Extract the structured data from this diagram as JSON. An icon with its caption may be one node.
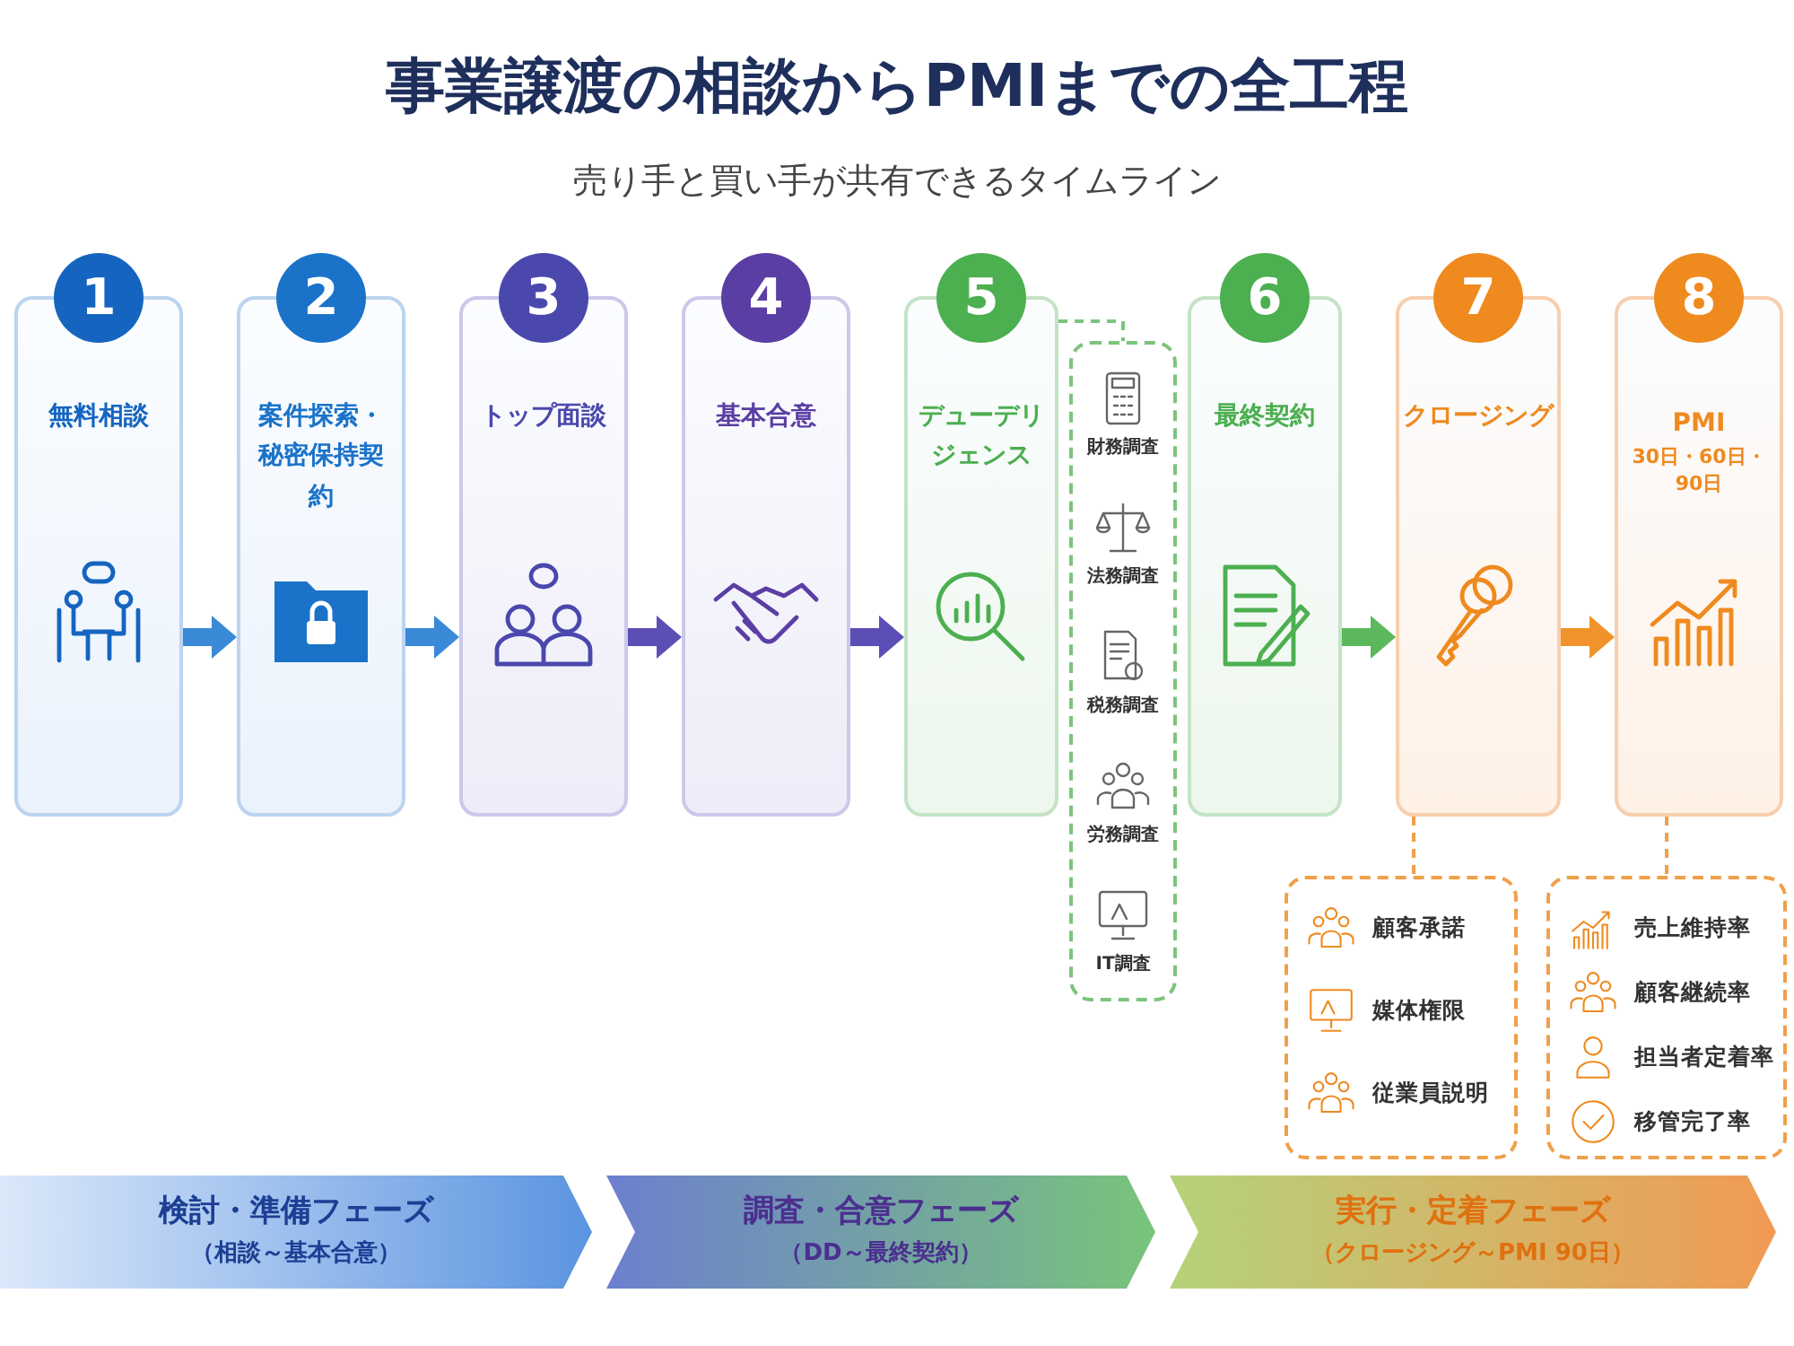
{
  "diagram": {
    "title": "事業譲渡の相談からPMIまでの全工程",
    "nodes": [
      {
        "text": [
          "1",
          "無料相談"
        ]
      },
      {
        "text": [
          "2",
          "案件探索・秘密保持契約"
        ]
      },
      {
        "text": [
          "3",
          "トップ面談"
        ]
      },
      {
        "text": [
          "4",
          "基本合意"
        ]
      },
      {
        "text": [
          "5",
          "デューデリジェンス"
        ]
      },
      {
        "text": [
          "6",
          "最終契約"
        ]
      },
      {
        "text": [
          "7",
          "クロージング"
        ]
      },
      {
        "text": [
          "8",
          "PMI",
          "30日・60日・90日"
        ]
      },
      {
        "text": [
          "財務調査",
          "法務調査",
          "税務調査",
          "労務調査",
          "IT調査"
        ]
      },
      {
        "text": [
          "顧客承諾",
          "媒体権限",
          "従業員説明"
        ]
      },
      {
        "text": [
          "売上維持率",
          "顧客継続率",
          "担当者定着率",
          "移管完了率"
        ]
      },
      {
        "text": [
          "検討・準備フェーズ",
          "（相談～基本合意）"
        ]
      },
      {
        "text": [
          "調査・合意フェーズ",
          "（DD～最終契約）"
        ]
      },
      {
        "text": [
          "実行・定着フェーズ",
          "（クロージング～PMI 90日）"
        ]
      }
    ],
    "edges": [
      {
        "from": 0,
        "to": 1,
        "arrow": "to",
        "color": "#3a8ad8"
      },
      {
        "from": 1,
        "to": 2,
        "arrow": "to",
        "color": "#3a8ad8"
      },
      {
        "from": 2,
        "to": 3,
        "arrow": "to",
        "color": "#5b4fb5"
      },
      {
        "from": 3,
        "to": 4,
        "arrow": "to",
        "color": "#5b4fb5"
      },
      {
        "from": 5,
        "to": 6,
        "arrow": "to",
        "color": "#5cb85c"
      },
      {
        "from": 6,
        "to": 7,
        "arrow": "to",
        "color": "#f0932b"
      },
      {
        "from": 4,
        "to": 8,
        "arrow": "none",
        "style": "dashed",
        "color": "#7cc47c"
      },
      {
        "from": 6,
        "to": 9,
        "arrow": "none",
        "style": "dashed",
        "color": "#f0a04b"
      },
      {
        "from": 7,
        "to": 10,
        "arrow": "none",
        "style": "dashed",
        "color": "#f0a04b"
      }
    ],
    "labels": [
      "売り手と買い手が共有できるタイムライン"
    ]
  }
}
